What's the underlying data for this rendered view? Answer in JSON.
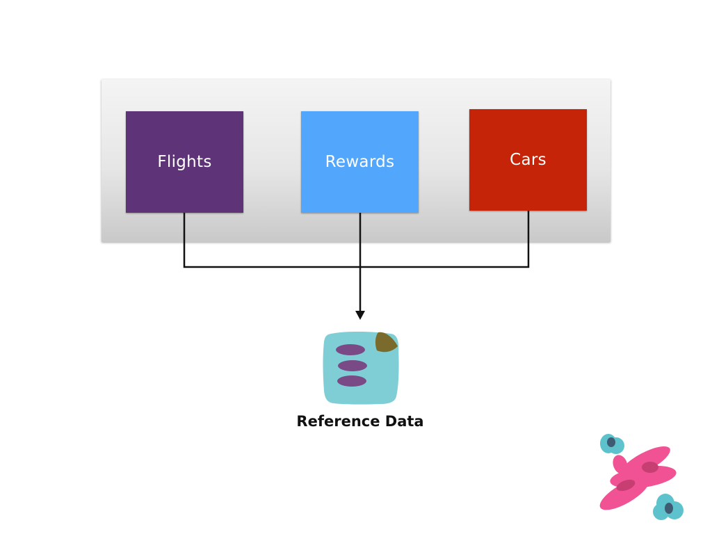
{
  "diagram": {
    "services": [
      {
        "label": "Flights",
        "color": "#5e3378"
      },
      {
        "label": "Rewards",
        "color": "#52a6fb"
      },
      {
        "label": "Cars",
        "color": "#c62408"
      }
    ],
    "target": {
      "label": "Reference Data",
      "icon": "reference-data-icon"
    },
    "edges": [
      {
        "from": "Flights",
        "to": "Reference Data"
      },
      {
        "from": "Rewards",
        "to": "Reference Data"
      },
      {
        "from": "Cars",
        "to": "Reference Data"
      }
    ],
    "logo_icon": "airplane-logo-icon",
    "colors": {
      "panel": "#e6e6e6",
      "connector": "#111111",
      "icon_teal": "#7fced6",
      "icon_purple": "#7a4a86",
      "icon_olive": "#7a6a2c",
      "logo_pink": "#ee3b86",
      "logo_teal": "#42b8c4"
    }
  }
}
